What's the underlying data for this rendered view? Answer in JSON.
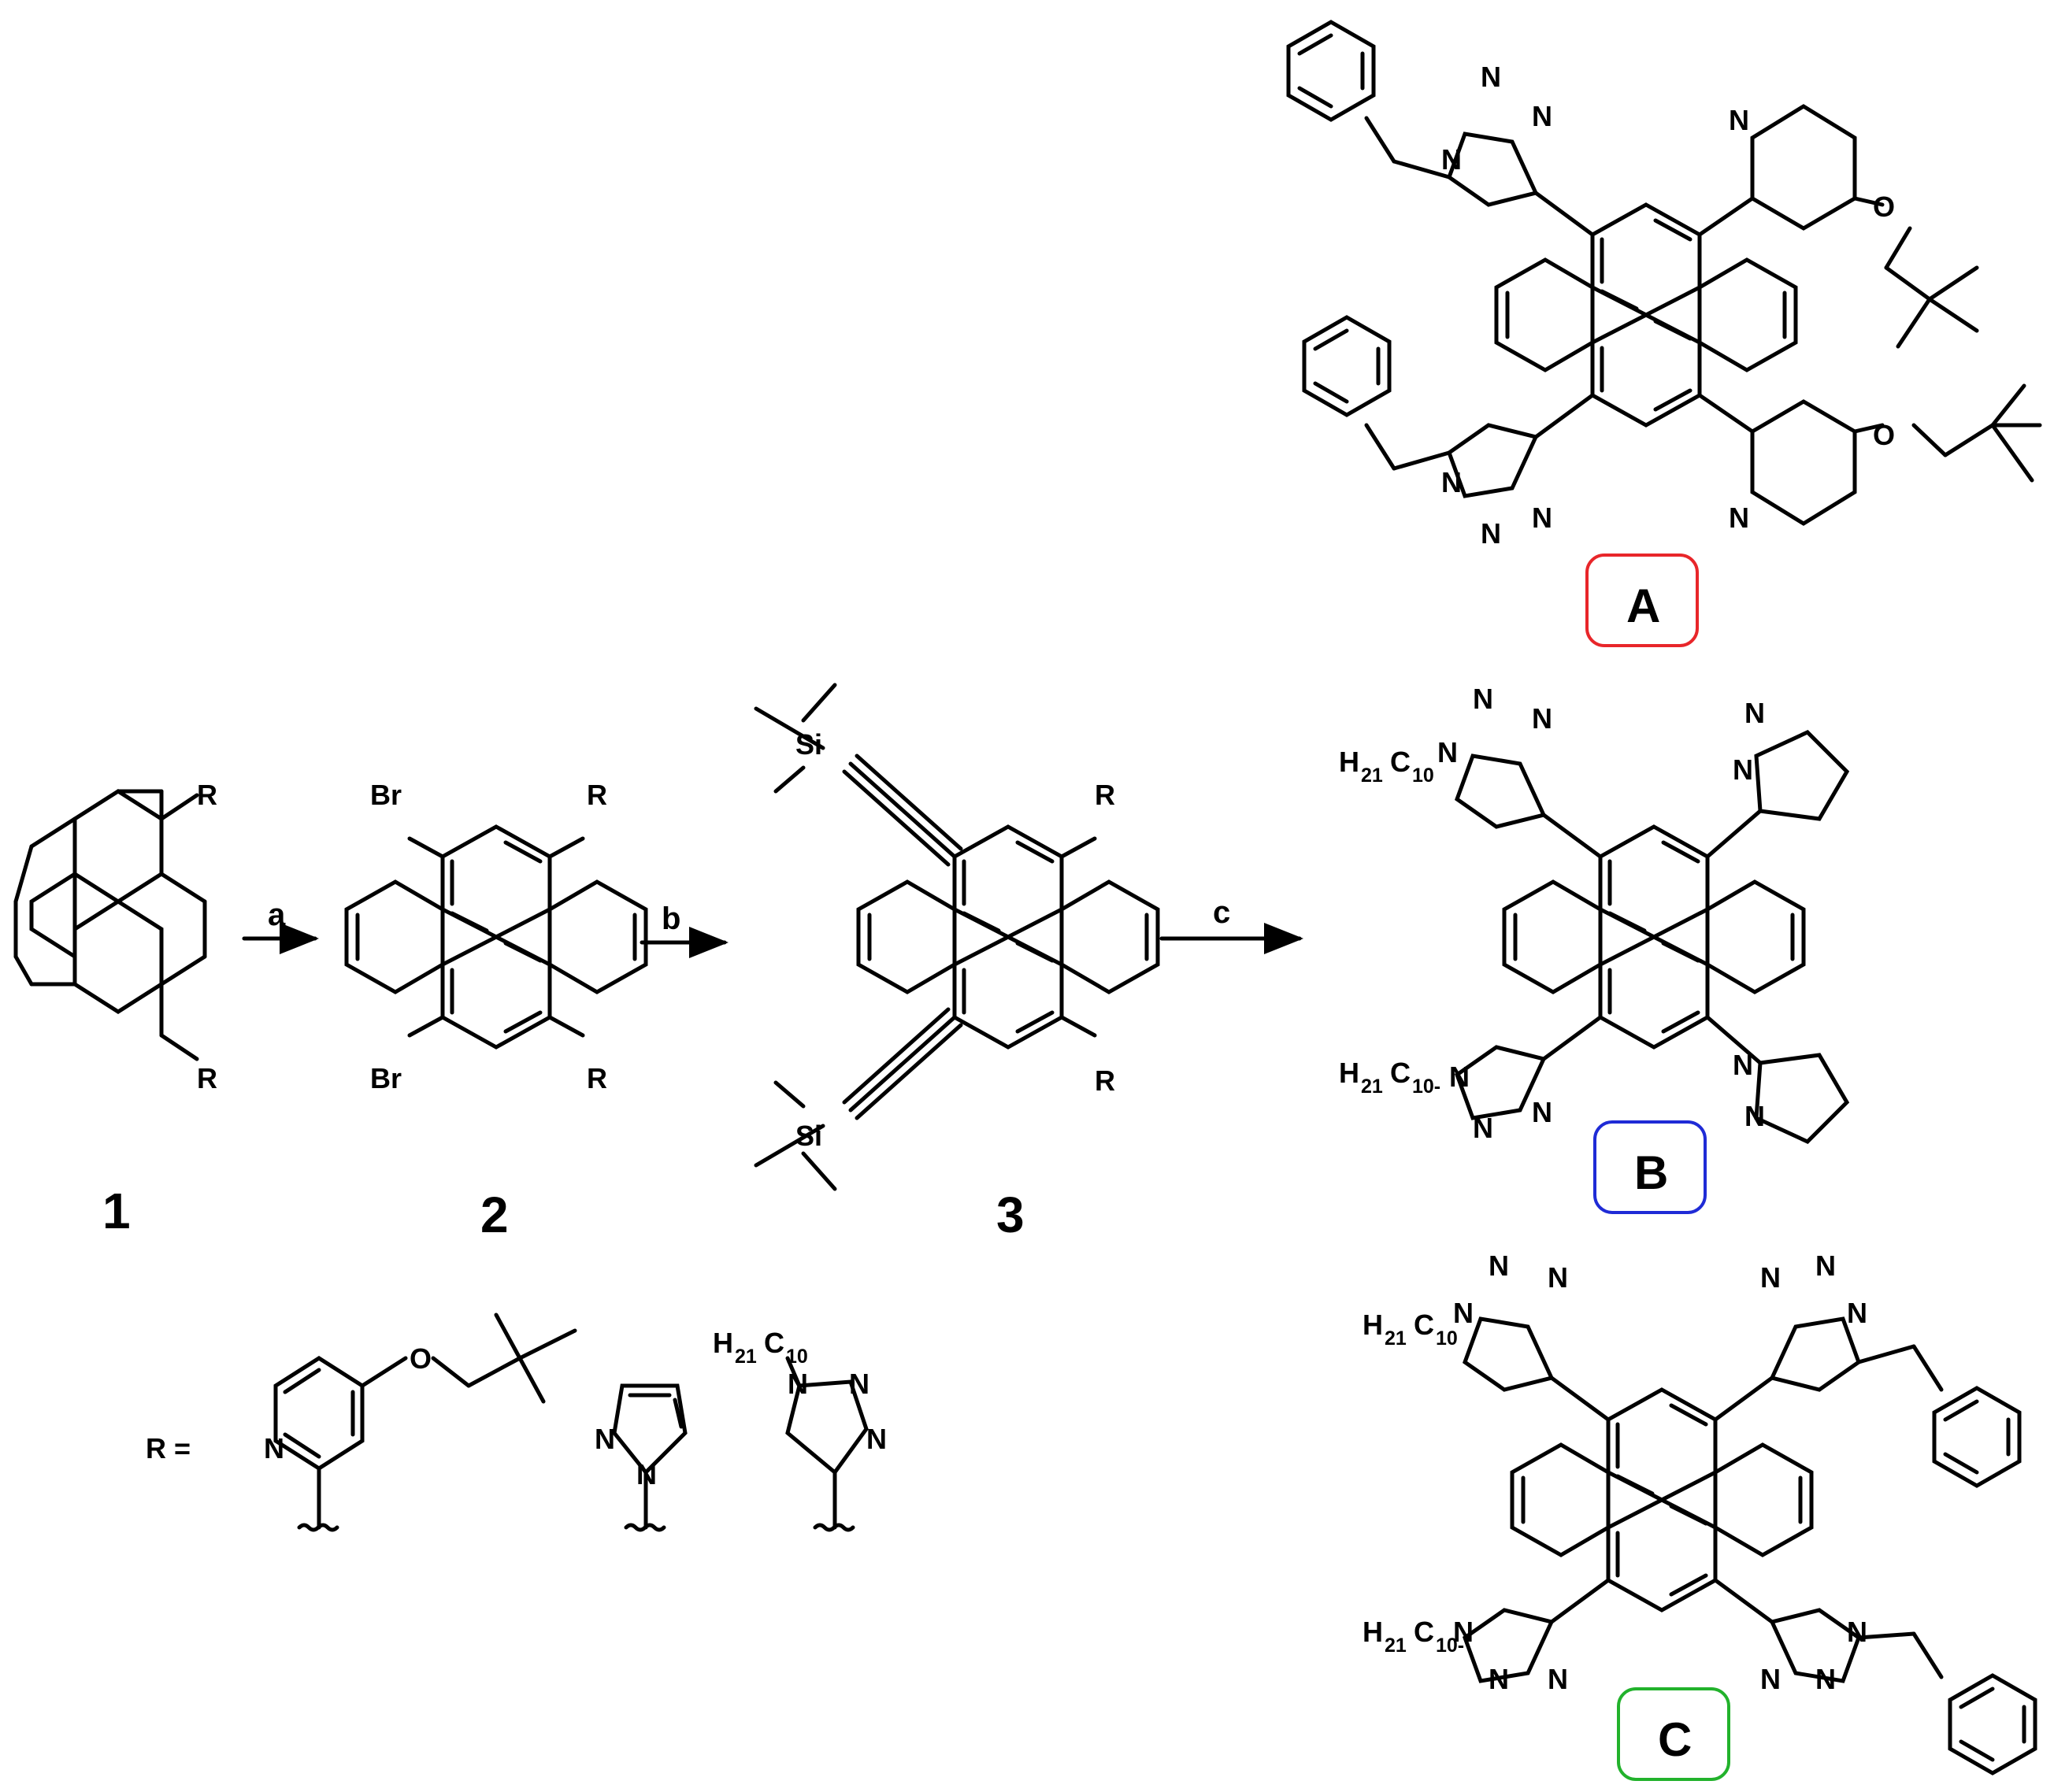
{
  "scheme": {
    "compound_numbers": [
      "1",
      "2",
      "3"
    ],
    "steps": [
      "a",
      "b",
      "c"
    ],
    "products": [
      {
        "label": "A",
        "color": "#e8262a"
      },
      {
        "label": "B",
        "color": "#1f2bd6"
      },
      {
        "label": "C",
        "color": "#22b22c"
      }
    ],
    "r_definition": "R ="
  },
  "atoms": {
    "N": "N",
    "O": "O",
    "Br": "Br",
    "Si": "Si",
    "R": "R",
    "H": "H",
    "C": "C",
    "sub21": "21",
    "sub10": "10",
    "sub10_dash": "10-"
  }
}
